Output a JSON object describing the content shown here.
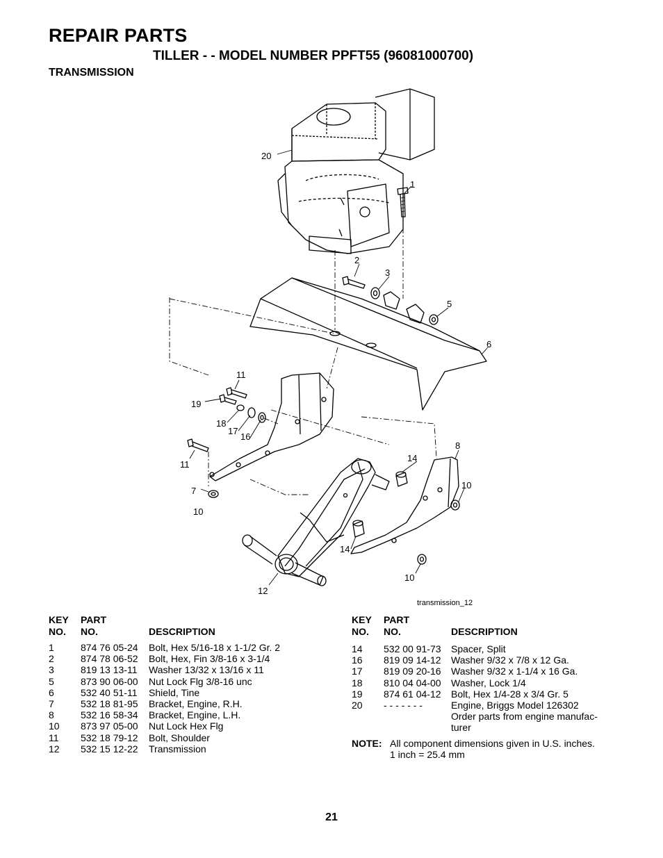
{
  "header": {
    "title": "REPAIR PARTS",
    "subtitle": "TILLER - - MODEL NUMBER PPFT55 (96081000700)",
    "section": "TRANSMISSION"
  },
  "diagram": {
    "figure_id": "transmission_12",
    "callouts": {
      "c20": "20",
      "c1": "1",
      "c2": "2",
      "c3": "3",
      "c5": "5",
      "c6": "6",
      "c11a": "11",
      "c19": "19",
      "c18": "18",
      "c17": "17",
      "c16": "16",
      "c11b": "11",
      "c7": "7",
      "c10a": "10",
      "c14a": "14",
      "c8": "8",
      "c10b": "10",
      "c14b": "14",
      "c10c": "10",
      "c12": "12"
    }
  },
  "parts_left": {
    "headers": {
      "key_top": "KEY",
      "key_bottom": "NO.",
      "part_top": "PART",
      "part_bottom": "NO.",
      "desc": "DESCRIPTION"
    },
    "rows": [
      {
        "key": "1",
        "part": "874 76 05-24",
        "desc": "Bolt, Hex  5/16-18 x 1-1/2 Gr. 2"
      },
      {
        "key": "2",
        "part": "874 78 06-52",
        "desc": "Bolt, Hex, Fin   3/8-16 x 3-1/4"
      },
      {
        "key": "3",
        "part": "819 13 13-11",
        "desc": "Washer  13/32 x 13/16 x 11"
      },
      {
        "key": "5",
        "part": "873 90 06-00",
        "desc": "Nut Lock Flg 3/8-16 unc"
      },
      {
        "key": "6",
        "part": "532 40 51-11",
        "desc": "Shield, Tine"
      },
      {
        "key": "7",
        "part": "532 18 81-95",
        "desc": "Bracket, Engine, R.H."
      },
      {
        "key": "8",
        "part": "532 16 58-34",
        "desc": "Bracket, Engine, L.H."
      },
      {
        "key": "10",
        "part": "873 97 05-00",
        "desc": "Nut Lock Hex Flg"
      },
      {
        "key": "11",
        "part": "532 18 79-12",
        "desc": "Bolt, Shoulder"
      },
      {
        "key": "12",
        "part": "532 15 12-22",
        "desc": "Transmission"
      }
    ]
  },
  "parts_right": {
    "headers": {
      "key_top": "KEY",
      "key_bottom": "NO.",
      "part_top": "PART",
      "part_bottom": "NO.",
      "desc": "DESCRIPTION"
    },
    "rows": [
      {
        "key": "14",
        "part": "532 00 91-73",
        "desc": "Spacer, Split"
      },
      {
        "key": "16",
        "part": "819 09 14-12",
        "desc": "Washer  9/32 x 7/8 x 12 Ga."
      },
      {
        "key": "17",
        "part": "819 09 20-16",
        "desc": "Washer  9/32 x 1-1/4 x 16 Ga."
      },
      {
        "key": "18",
        "part": "810 04 04-00",
        "desc": "Washer, Lock  1/4"
      },
      {
        "key": "19",
        "part": "874 61 04-12",
        "desc": "Bolt, Hex  1/4-28 x 3/4 Gr. 5"
      },
      {
        "key": "20",
        "part": "- - - - - - -",
        "desc": "Engine, Briggs Model 126302",
        "desc2": "Order parts from engine manufac-",
        "desc3": "turer"
      }
    ]
  },
  "note": {
    "label": "NOTE:",
    "line1": "All component dimensions given in U.S. inches.",
    "line2": "1 inch = 25.4 mm"
  },
  "page_number": "21"
}
